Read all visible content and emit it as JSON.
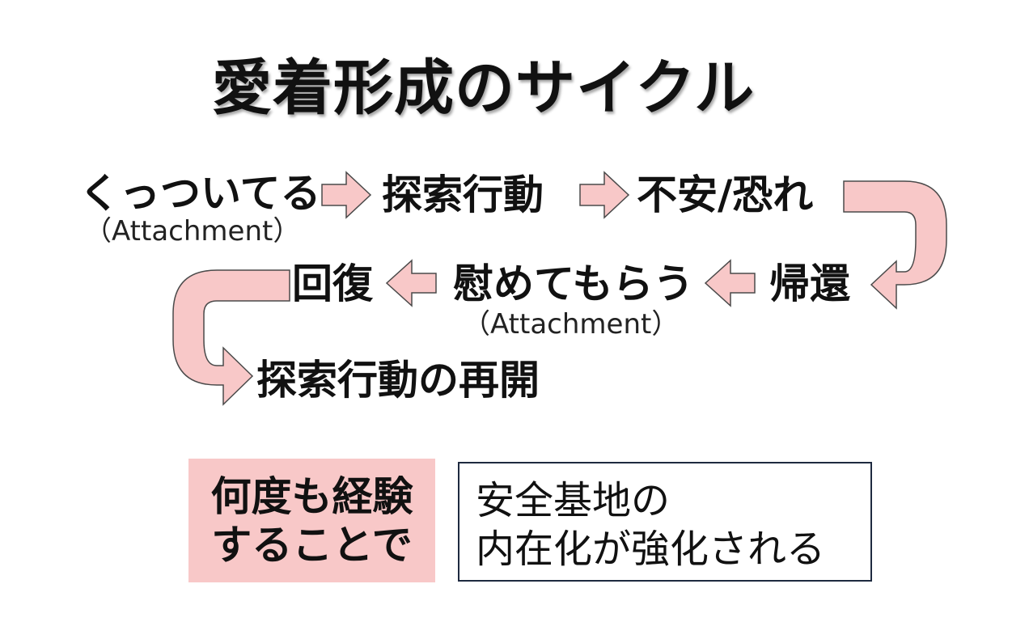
{
  "title": "愛着形成のサイクル",
  "cycle": {
    "step1": "くっついてる",
    "step1_note": "（Attachment）",
    "step2": "探索行動",
    "step3": "不安/恐れ",
    "step4": "帰還",
    "step5": "慰めてもらう",
    "step5_note": "（Attachment）",
    "step6": "回復",
    "step7": "探索行動の再開"
  },
  "summary": {
    "highlight_line1": "何度も経験",
    "highlight_line2": "することで",
    "result_line1": "安全基地の",
    "result_line2": "内在化が強化される"
  },
  "colors": {
    "arrow_fill": "#f8c8c8",
    "arrow_stroke": "#4a4a4a",
    "highlight_fill": "#f8c8c8",
    "box_border": "#1e2a40"
  }
}
